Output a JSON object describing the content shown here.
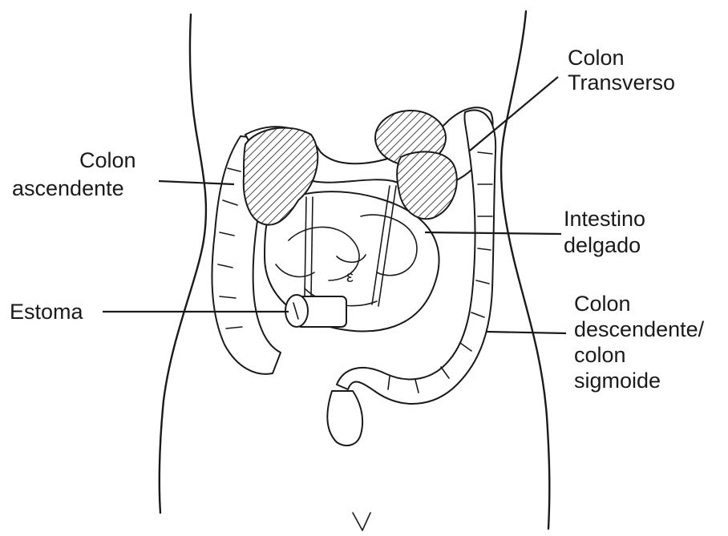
{
  "labels": {
    "colon_transverso_1": "Colon",
    "colon_transverso_2": "Transverso",
    "colon_ascendente_1": "Colon",
    "colon_ascendente_2": "ascendente",
    "intestino_delgado_1": "Intestino",
    "intestino_delgado_2": "delgado",
    "estoma": "Estoma",
    "colon_descendente_1": "Colon",
    "colon_descendente_2": "descendente/",
    "colon_descendente_3": "colon",
    "colon_descendente_4": "sigmoide"
  }
}
